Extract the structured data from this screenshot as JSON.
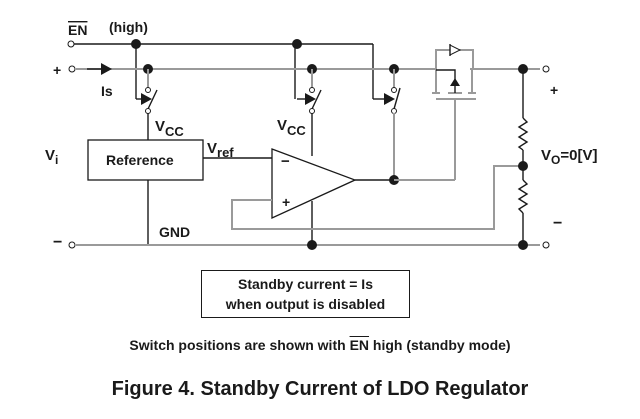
{
  "diagram": {
    "type": "circuit-schematic",
    "labels": {
      "en_bar": "EN",
      "en_state": "(high)",
      "input_plus": "+",
      "input_minus": "−",
      "is_current": "Is",
      "vi_main": "V",
      "vi_sub": "i",
      "vcc1_main": "V",
      "vcc1_sub": "CC",
      "vcc2_main": "V",
      "vcc2_sub": "CC",
      "vref_main": "V",
      "vref_sub": "ref",
      "reference_block": "Reference",
      "gnd": "GND",
      "opamp_minus": "−",
      "opamp_plus": "+",
      "output_plus": "+",
      "output_minus": "−",
      "vo_main": "V",
      "vo_sub": "O",
      "vo_value": "=0[V]"
    },
    "components": [
      "EN input terminal",
      "input terminals",
      "current arrow Is",
      "switch 1 (reference supply)",
      "switch 2 (op-amp supply)",
      "switch 3 (gate pull-up)",
      "Reference block",
      "error amplifier",
      "P-channel MOSFET pass transistor",
      "body diode",
      "feedback resistor divider",
      "output terminals"
    ]
  },
  "note": {
    "line1": "Standby current = Is",
    "line2": "when output is  disabled"
  },
  "switch_caption": {
    "before": "Switch positions are shown with ",
    "en": "EN",
    "after": " high (standby mode)"
  },
  "figure_title": "Figure 4.  Standby Current of LDO Regulator",
  "colors": {
    "ink": "#1a1a1a",
    "gray_wire": "#9a9a9a",
    "background": "#ffffff"
  }
}
